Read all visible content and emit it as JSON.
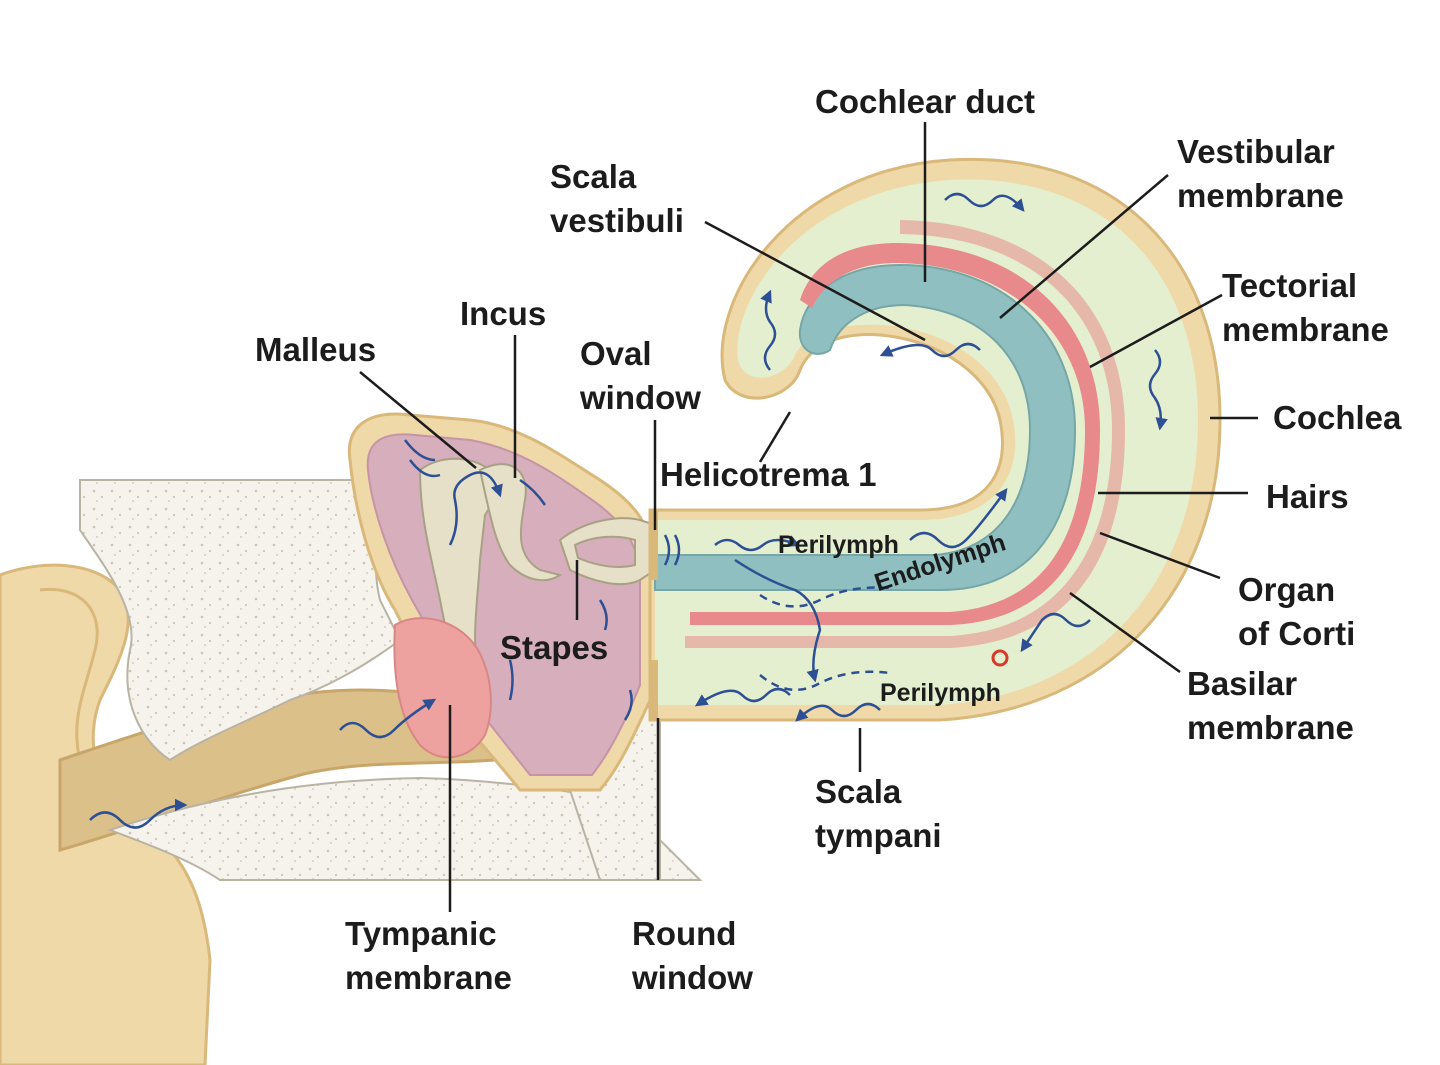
{
  "labels": {
    "cochlear_duct": "Cochlear duct",
    "scala_vestibuli_1": "Scala",
    "scala_vestibuli_2": "vestibuli",
    "vestibular_membrane_1": "Vestibular",
    "vestibular_membrane_2": "membrane",
    "tectorial_membrane_1": "Tectorial",
    "tectorial_membrane_2": "membrane",
    "incus": "Incus",
    "malleus": "Malleus",
    "oval_window_1": "Oval",
    "oval_window_2": "window",
    "helicotrema": "Helicotrema 1",
    "cochlea": "Cochlea",
    "hairs": "Hairs",
    "perilymph_top": "Perilymph",
    "endolymph": "Endolymph",
    "organ_of_corti_1": "Organ",
    "organ_of_corti_2": "of Corti",
    "stapes": "Stapes",
    "perilymph_bottom": "Perilymph",
    "basilar_membrane_1": "Basilar",
    "basilar_membrane_2": "membrane",
    "scala_tympani_1": "Scala",
    "scala_tympani_2": "tympani",
    "tympanic_membrane_1": "Tympanic",
    "tympanic_membrane_2": "membrane",
    "round_window_1": "Round",
    "round_window_2": "window"
  },
  "colors": {
    "skin": "#efd9a8",
    "skin_dark": "#d9b87a",
    "bone": "#f6f3ec",
    "middle_ear": "#d7aebc",
    "ossicles": "#e6e0c8",
    "perilymph_fill": "#e4efcf",
    "cochlear_duct_fill": "#8fbfc0",
    "basilar_red": "#e88a8c",
    "tympanic_red": "#eea2a0",
    "arrow_blue": "#2d4f93",
    "leader_line": "#1c1c1c"
  }
}
